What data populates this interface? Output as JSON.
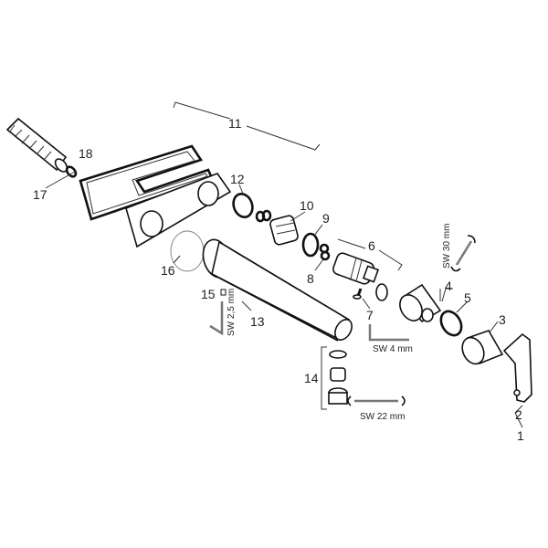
{
  "title": "Exploded parts diagram",
  "part_labels": {
    "p1": "1",
    "p2": "2",
    "p3": "3",
    "p4": "4",
    "p5": "5",
    "p6": "6",
    "p7": "7",
    "p8": "8",
    "p9": "9",
    "p10": "10",
    "p11": "11",
    "p12": "12",
    "p13": "13",
    "p14": "14",
    "p15": "15",
    "p16": "16",
    "p17": "17",
    "p18": "18"
  },
  "tool_labels": {
    "sw30": "SW 30 mm",
    "sw25": "SW 2,5 mm",
    "sw4": "SW 4 mm",
    "sw22": "SW 22 mm"
  }
}
